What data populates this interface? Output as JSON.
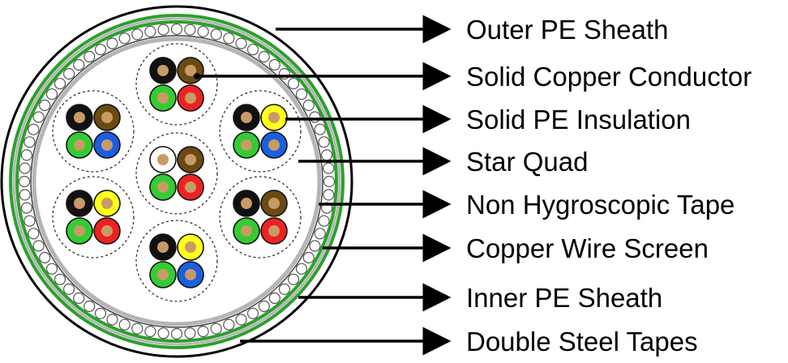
{
  "diagram": {
    "labels": [
      {
        "id": "outer-pe-sheath",
        "text": "Outer PE Sheath"
      },
      {
        "id": "solid-copper-conductor",
        "text": "Solid Copper Conductor"
      },
      {
        "id": "solid-pe-insulation",
        "text": "Solid PE Insulation"
      },
      {
        "id": "star-quad",
        "text": "Star Quad"
      },
      {
        "id": "non-hygroscopic-tape",
        "text": "Non Hygroscopic Tape"
      },
      {
        "id": "copper-wire-screen",
        "text": "Copper Wire Screen"
      },
      {
        "id": "inner-pe-sheath",
        "text": "Inner PE Sheath"
      },
      {
        "id": "double-steel-tapes",
        "text": "Double Steel Tapes"
      }
    ],
    "colors": {
      "black": "#111111",
      "brown": "#6b4a12",
      "green": "#33cc33",
      "red": "#ee2222",
      "blue": "#1a5fe0",
      "yellow": "#ffff1a",
      "white": "#ffffff",
      "copper": "#c89b66",
      "sheath_green": "#2ca02c",
      "sheath_gray": "#b5b5b5"
    },
    "quads": [
      {
        "name": "quad-1",
        "cores": [
          "black",
          "brown",
          "green",
          "red"
        ]
      },
      {
        "name": "quad-2",
        "cores": [
          "black",
          "brown",
          "green",
          "blue"
        ]
      },
      {
        "name": "quad-3",
        "cores": [
          "black",
          "yellow",
          "green",
          "blue"
        ]
      },
      {
        "name": "quad-4",
        "cores": [
          "white",
          "brown",
          "green",
          "red"
        ]
      },
      {
        "name": "quad-5",
        "cores": [
          "black",
          "yellow",
          "green",
          "red"
        ]
      },
      {
        "name": "quad-6",
        "cores": [
          "black",
          "brown",
          "green",
          "red"
        ]
      },
      {
        "name": "quad-7",
        "cores": [
          "black",
          "yellow",
          "green",
          "blue"
        ]
      }
    ]
  }
}
